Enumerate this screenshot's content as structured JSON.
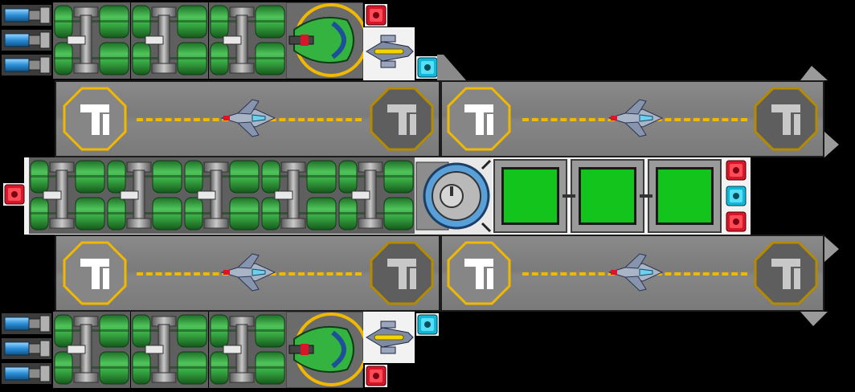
{
  "scene": {
    "background": "#000000",
    "hull_color": "#6e6e6e",
    "tank_color": "#2fa43a",
    "runway_color": "#f0b800",
    "room_color": "#12c41c",
    "alert_red": "#d8162a",
    "accent_cyan": "#12b6d6"
  },
  "decks": [
    {
      "name": "upper-left-deck"
    },
    {
      "name": "upper-right-deck"
    },
    {
      "name": "lower-left-deck"
    },
    {
      "name": "lower-right-deck"
    }
  ],
  "controls": {
    "red_buttons": 5,
    "cyan_buttons": 3
  },
  "rooms": [
    {
      "name": "room-1"
    },
    {
      "name": "room-2"
    },
    {
      "name": "room-3"
    }
  ],
  "icons": [
    "thruster-icon",
    "fuel-tank-icon",
    "turret-icon",
    "fighter-ship-icon",
    "landing-pad-icon",
    "reactor-icon",
    "red-system-button-icon",
    "cyan-system-button-icon"
  ]
}
